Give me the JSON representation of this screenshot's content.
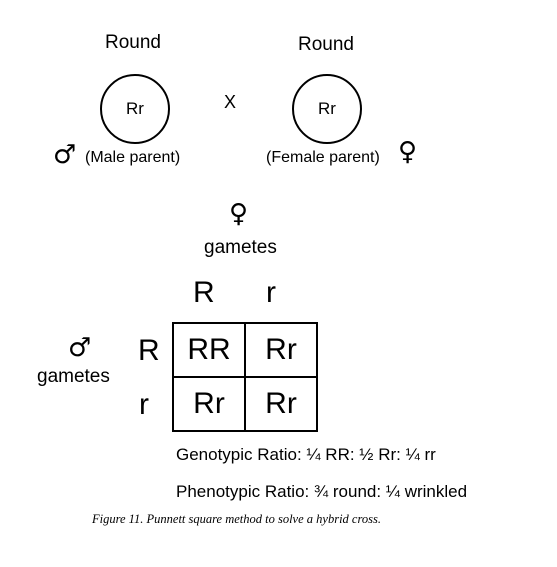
{
  "male_parent": {
    "phenotype": "Round",
    "genotype": "Rr",
    "symbol": "♂",
    "label": "(Male parent)"
  },
  "cross_symbol": "X",
  "female_parent": {
    "phenotype": "Round",
    "genotype": "Rr",
    "symbol": "♀",
    "label": "(Female parent)"
  },
  "female_gametes": {
    "symbol": "♀",
    "label": "gametes",
    "alleles": [
      "R",
      "r"
    ]
  },
  "male_gametes": {
    "symbol": "♂",
    "label": "gametes",
    "alleles": [
      "R",
      "r"
    ]
  },
  "punnett": {
    "cells": [
      [
        "RR",
        "Rr"
      ],
      [
        "Rr",
        "Rr"
      ]
    ]
  },
  "genotypic_ratio": "Genotypic Ratio: ¼ RR: ½ Rr: ¼ rr",
  "phenotypic_ratio": "Phenotypic Ratio: ¾ round: ¼ wrinkled",
  "caption": "Figure 11. Punnett square method to solve a hybrid cross."
}
